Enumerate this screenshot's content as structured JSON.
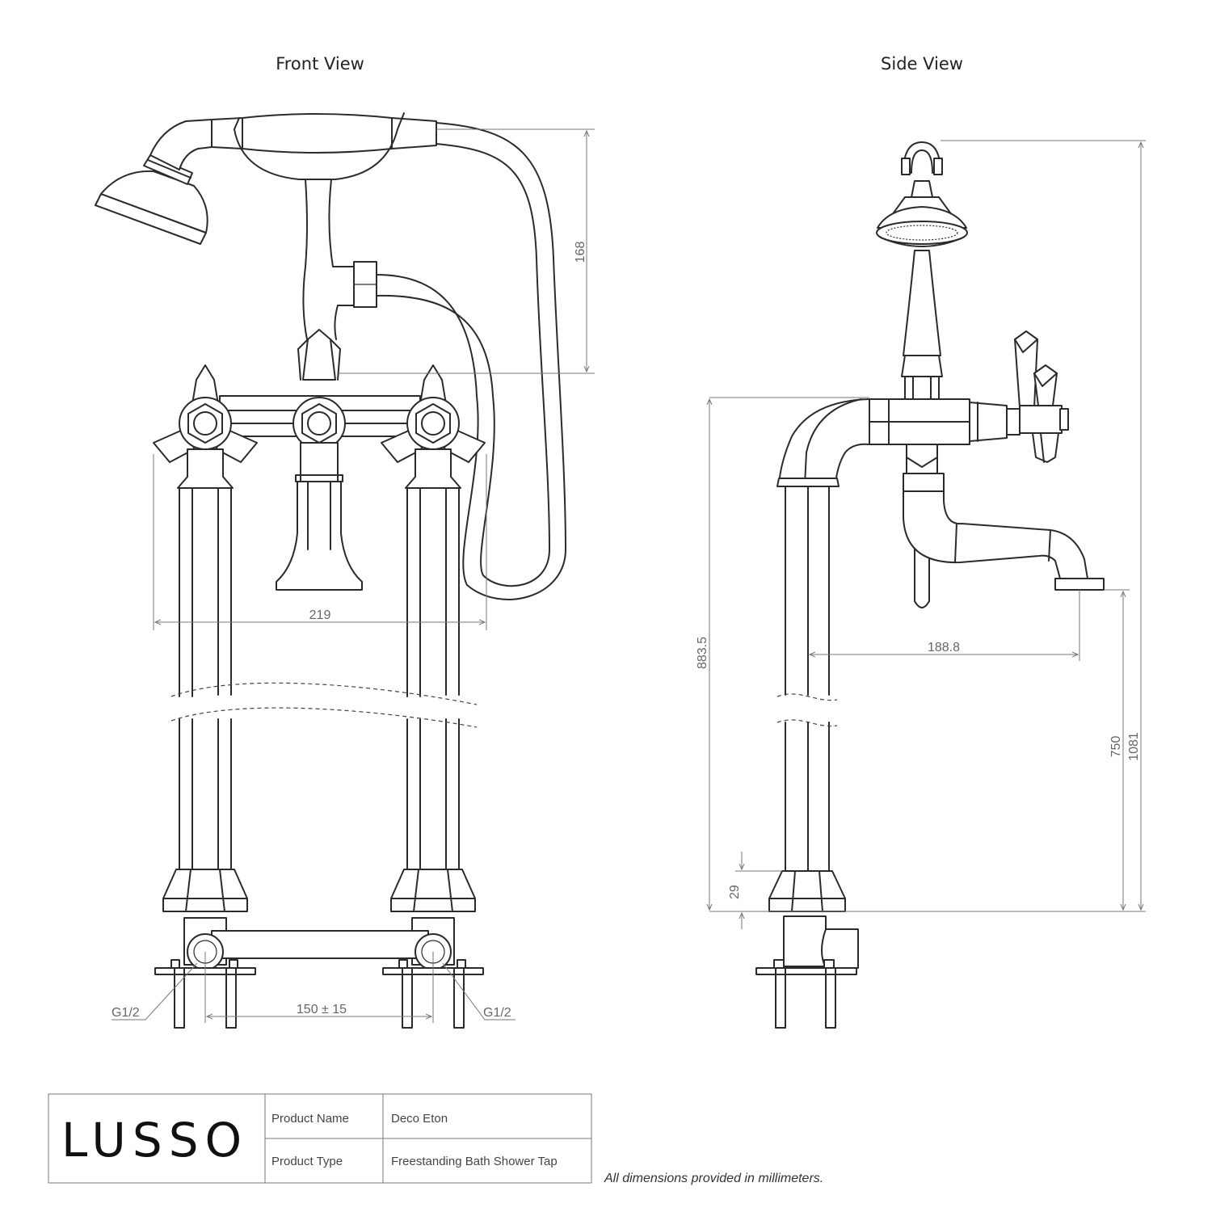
{
  "views": {
    "front_title": "Front View",
    "side_title": "Side View"
  },
  "dimensions": {
    "front_handshower_height": "168",
    "front_handle_span": "219",
    "front_leg_spacing": "150 ± 15",
    "front_inlet_left": "G1/2",
    "front_inlet_right": "G1/2",
    "side_spout_reach": "188.8",
    "side_spout_height": "883.5",
    "side_flange_height": "29",
    "side_spout_outlet_height": "750",
    "side_total_height": "1081"
  },
  "title_block": {
    "logo": "LUSSO",
    "rows": [
      {
        "label": "Product Name",
        "value": "Deco Eton"
      },
      {
        "label": "Product Type",
        "value": "Freestanding Bath Shower Tap"
      }
    ]
  },
  "note": "All dimensions provided in millimeters."
}
